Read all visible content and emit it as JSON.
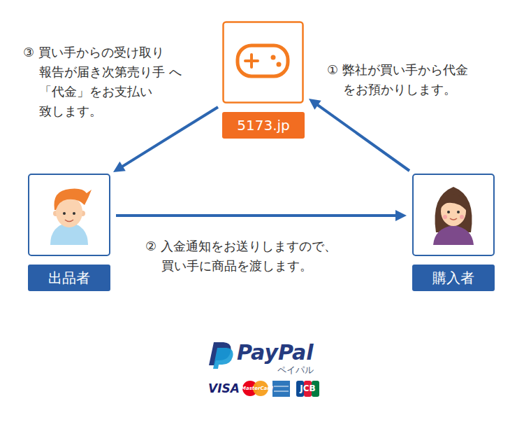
{
  "diagram": {
    "nodes": [
      {
        "text": [
          "5173.jp"
        ]
      },
      {
        "text": [
          "出品者"
        ]
      },
      {
        "text": [
          "購入者"
        ]
      }
    ],
    "edges": [
      {
        "from": 2,
        "to": 0,
        "arrow": "to",
        "label": "① 弊社が買い手から代金 をお預かりします。"
      },
      {
        "from": 1,
        "to": 2,
        "arrow": "to",
        "label": "② 入金通知をお送りしますので、 買い手に商品を渡します。"
      },
      {
        "from": 0,
        "to": 1,
        "arrow": "to",
        "label": "③ 買い手からの受け取り 報告が届き次第売り手 へ「代金」をお支払い 致します。"
      }
    ],
    "labels": [
      "PayPal",
      "ペイパル",
      "VISA",
      "MasterCard",
      "JCB"
    ]
  }
}
